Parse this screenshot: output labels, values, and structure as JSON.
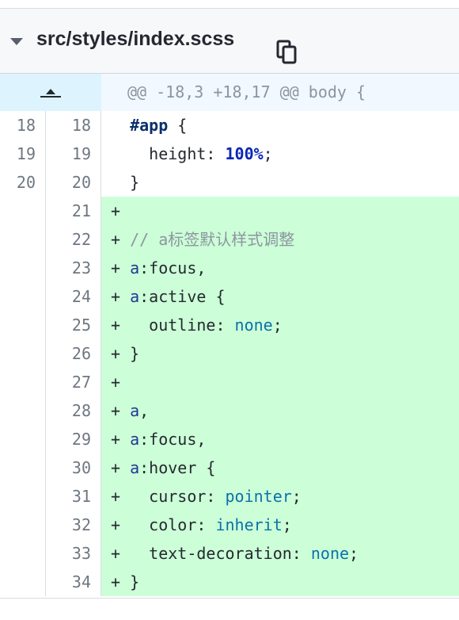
{
  "file": {
    "path": "src/styles/index.scss"
  },
  "hunk": {
    "header": "@@ -18,3 +18,17 @@ body {"
  },
  "icons": {
    "collapse": "chevron-down-icon",
    "copy": "copy-icon",
    "expand": "expand-up-icon"
  },
  "colors": {
    "added_bg": "#ccffd8",
    "hunk_bg": "#ddf4ff",
    "header_bg": "#f6f8fa"
  },
  "lines": [
    {
      "old": "18",
      "new": "18",
      "type": "context",
      "tokens": [
        {
          "t": "  "
        },
        {
          "t": "#app",
          "c": "tk-app"
        },
        {
          "t": " {"
        }
      ]
    },
    {
      "old": "19",
      "new": "19",
      "type": "context",
      "tokens": [
        {
          "t": "    height: "
        },
        {
          "t": "100%",
          "c": "tk-num"
        },
        {
          "t": ";"
        }
      ]
    },
    {
      "old": "20",
      "new": "20",
      "type": "context",
      "tokens": [
        {
          "t": "  }"
        }
      ]
    },
    {
      "old": "",
      "new": "21",
      "type": "added",
      "tokens": [
        {
          "t": "+"
        }
      ]
    },
    {
      "old": "",
      "new": "22",
      "type": "added",
      "tokens": [
        {
          "t": "+ "
        },
        {
          "t": "// a标签默认样式调整",
          "c": "tk-cmt"
        }
      ]
    },
    {
      "old": "",
      "new": "23",
      "type": "added",
      "tokens": [
        {
          "t": "+ "
        },
        {
          "t": "a",
          "c": "tk-a"
        },
        {
          "t": ":focus,"
        }
      ]
    },
    {
      "old": "",
      "new": "24",
      "type": "added",
      "tokens": [
        {
          "t": "+ "
        },
        {
          "t": "a",
          "c": "tk-a"
        },
        {
          "t": ":active {"
        }
      ]
    },
    {
      "old": "",
      "new": "25",
      "type": "added",
      "tokens": [
        {
          "t": "+   outline: "
        },
        {
          "t": "none",
          "c": "tk-kw"
        },
        {
          "t": ";"
        }
      ]
    },
    {
      "old": "",
      "new": "26",
      "type": "added",
      "tokens": [
        {
          "t": "+ }"
        }
      ]
    },
    {
      "old": "",
      "new": "27",
      "type": "added",
      "tokens": [
        {
          "t": "+"
        }
      ]
    },
    {
      "old": "",
      "new": "28",
      "type": "added",
      "tokens": [
        {
          "t": "+ "
        },
        {
          "t": "a",
          "c": "tk-a"
        },
        {
          "t": ","
        }
      ]
    },
    {
      "old": "",
      "new": "29",
      "type": "added",
      "tokens": [
        {
          "t": "+ "
        },
        {
          "t": "a",
          "c": "tk-a"
        },
        {
          "t": ":focus,"
        }
      ]
    },
    {
      "old": "",
      "new": "30",
      "type": "added",
      "tokens": [
        {
          "t": "+ "
        },
        {
          "t": "a",
          "c": "tk-a"
        },
        {
          "t": ":hover {"
        }
      ]
    },
    {
      "old": "",
      "new": "31",
      "type": "added",
      "tokens": [
        {
          "t": "+   cursor: "
        },
        {
          "t": "pointer",
          "c": "tk-kw"
        },
        {
          "t": ";"
        }
      ]
    },
    {
      "old": "",
      "new": "32",
      "type": "added",
      "tokens": [
        {
          "t": "+   color: "
        },
        {
          "t": "inherit",
          "c": "tk-kw"
        },
        {
          "t": ";"
        }
      ]
    },
    {
      "old": "",
      "new": "33",
      "type": "added",
      "tokens": [
        {
          "t": "+   text-decoration: "
        },
        {
          "t": "none",
          "c": "tk-kw"
        },
        {
          "t": ";"
        }
      ]
    },
    {
      "old": "",
      "new": "34",
      "type": "added",
      "tokens": [
        {
          "t": "+ }"
        }
      ]
    }
  ]
}
